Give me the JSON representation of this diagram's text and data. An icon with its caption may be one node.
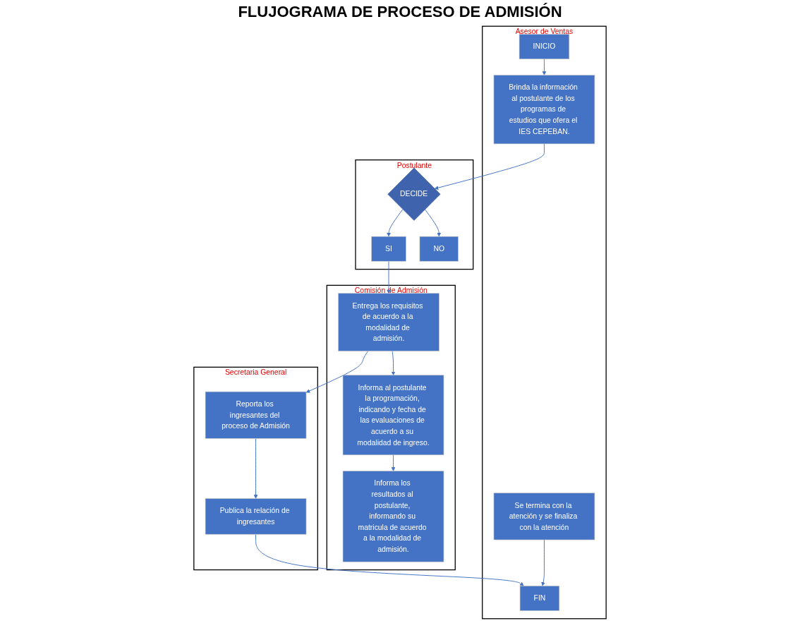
{
  "diagram": {
    "title": "FLUJOGRAMA DE PROCESO DE ADMISIÓN",
    "nodes": [
      {
        "text": [
          "Asesor de Ventas"
        ]
      },
      {
        "text": [
          "INICIO"
        ],
        "in": 0
      },
      {
        "text": [
          "Brinda la información al postulante de los programas de estudios que ofera el IES CEPEBAN."
        ],
        "in": 0
      },
      {
        "text": [
          "Se termina con la atención y se finaliza con la atención"
        ],
        "in": 0
      },
      {
        "text": [
          "FIN"
        ],
        "in": 0
      },
      {
        "text": [
          "Postulante"
        ]
      },
      {
        "text": [
          "SI"
        ],
        "in": 5
      },
      {
        "text": [
          "DECIDE"
        ],
        "in": 5
      },
      {
        "text": [
          "NO"
        ],
        "in": 5
      },
      {
        "text": [
          "Comisión de Admisión"
        ]
      },
      {
        "text": [
          "Entrega los requisitos de acuerdo a la modalidad de admisión."
        ],
        "in": 9
      },
      {
        "text": [
          "Informa al postulante la programación, indicando y fecha de las evaluaciones de acuerdo a su modalidad de ingreso."
        ],
        "in": 9
      },
      {
        "text": [
          "Informa los resultados al postulante, informando su matricula de acuerdo a la modalidad de admisión."
        ],
        "in": 9
      },
      {
        "text": [
          "Secretaria General"
        ]
      },
      {
        "text": [
          "Reporta los ingresantes del proceso de Admisión"
        ],
        "in": 13
      },
      {
        "text": [
          "Publica la relación de ingresantes"
        ],
        "in": 13
      }
    ],
    "edges": [
      {
        "from": 1,
        "to": 2,
        "arrow": "to"
      },
      {
        "from": 2,
        "to": 7,
        "arrow": "to"
      },
      {
        "from": 7,
        "to": 6,
        "arrow": "to"
      },
      {
        "from": 7,
        "to": 8,
        "arrow": "to"
      },
      {
        "from": 6,
        "to": 10,
        "arrow": "to"
      },
      {
        "from": 10,
        "to": 11,
        "arrow": "to"
      },
      {
        "from": 11,
        "to": 12,
        "arrow": "to"
      },
      {
        "from": 10,
        "to": 14,
        "arrow": "to"
      },
      {
        "from": 14,
        "to": 15,
        "arrow": "to"
      },
      {
        "from": 15,
        "to": 4,
        "arrow": "to"
      },
      {
        "from": 3,
        "to": 4,
        "arrow": "to"
      }
    ]
  }
}
